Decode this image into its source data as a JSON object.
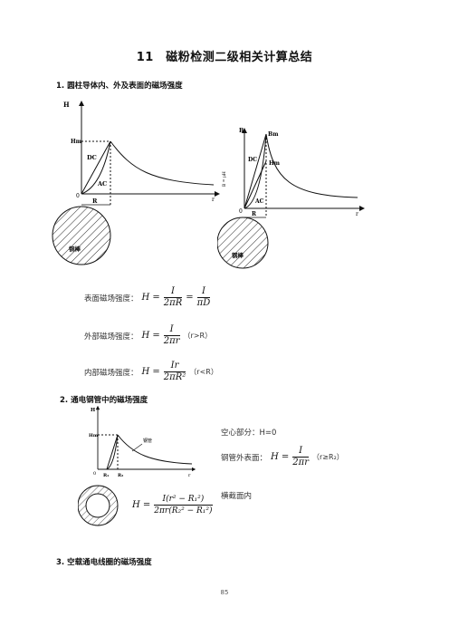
{
  "title": "11　磁粉检测二级相关计算总结",
  "section1": {
    "heading": "1. 圆柱导体内、外及表面的磁场强度",
    "diagram_left": {
      "y_axis": "H",
      "hm": "Hm",
      "dc": "DC",
      "ac": "AC",
      "r_axis": "r",
      "R": "R",
      "origin": "0",
      "label": "铜棒"
    },
    "diagram_right": {
      "y_axis": "B",
      "bm": "Bm",
      "hm": "Hm",
      "dc": "DC",
      "ac": "AC",
      "r_axis": "r",
      "R": "R",
      "origin": "0",
      "side": "B = μH",
      "label": "钢棒"
    },
    "eq_surface": {
      "label": "表面磁场强度：",
      "lhs": "H =",
      "num1": "I",
      "den1": "2πR",
      "eq": "=",
      "num2": "I",
      "den2": "πD"
    },
    "eq_outer": {
      "label": "外部磁场强度：",
      "lhs": "H =",
      "num": "I",
      "den": "2πr",
      "cond": "（r>R）"
    },
    "eq_inner": {
      "label": "内部磁场强度：",
      "lhs": "H =",
      "num": "Ir",
      "den": "2πR²",
      "cond": "（r<R）"
    }
  },
  "section2": {
    "heading": "2. 通电钢管中的磁场强度",
    "diagram": {
      "y_axis": "H",
      "hm": "Hm",
      "curve": "钢管",
      "origin": "0",
      "r1": "R₁",
      "r2": "R₂",
      "r_axis": "r"
    },
    "hollow_label": "空心部分：H=0",
    "outer_label": "钢管外表面：",
    "outer_lhs": "H =",
    "outer_num": "I",
    "outer_den": "2πr",
    "outer_cond": "（r≥R₂）",
    "cross_label": "横截面内",
    "cross_lhs": "H =",
    "cross_num": "I(r² − R₁²)",
    "cross_den": "2πr(R₂² − R₁²)"
  },
  "section3": {
    "heading": "3. 空载通电线圈的磁场强度"
  },
  "page_number": "85"
}
